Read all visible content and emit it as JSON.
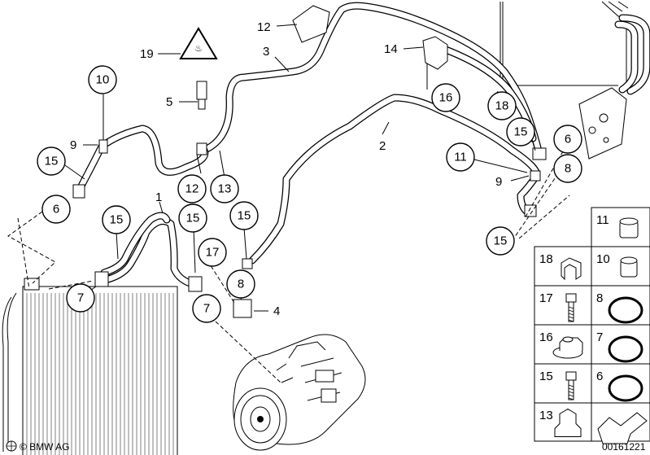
{
  "diagram": {
    "callouts": {
      "c1": "1",
      "c2": "2",
      "c3": "3",
      "c4": "4",
      "c5": "5",
      "c6a": "6",
      "c6b": "6",
      "c7a": "7",
      "c7b": "7",
      "c8a": "8",
      "c8b": "8",
      "c9a": "9",
      "c9b": "9",
      "c10": "10",
      "c11": "11",
      "c12a": "12",
      "c12b": "12",
      "c13": "13",
      "c14": "14",
      "c15a": "15",
      "c15b": "15",
      "c15c": "15",
      "c15d": "15",
      "c15e": "15",
      "c15f": "15",
      "c16": "16",
      "c17": "17",
      "c18": "18",
      "c19": "19"
    },
    "legend": {
      "items": [
        {
          "label": "11",
          "part": "cap-large"
        },
        {
          "label": "10",
          "part": "cap-small"
        },
        {
          "label": "18",
          "part": "clip"
        },
        {
          "label": "17",
          "part": "bolt"
        },
        {
          "label": "8",
          "part": "o-ring"
        },
        {
          "label": "16",
          "part": "nut"
        },
        {
          "label": "7",
          "part": "o-ring"
        },
        {
          "label": "15",
          "part": "screw"
        },
        {
          "label": "6",
          "part": "o-ring"
        },
        {
          "label": "13",
          "part": "clamp"
        },
        {
          "label": "",
          "part": "arrow"
        }
      ]
    },
    "footer": {
      "logo": "© BMW AG",
      "doc_number": "00161221"
    }
  }
}
